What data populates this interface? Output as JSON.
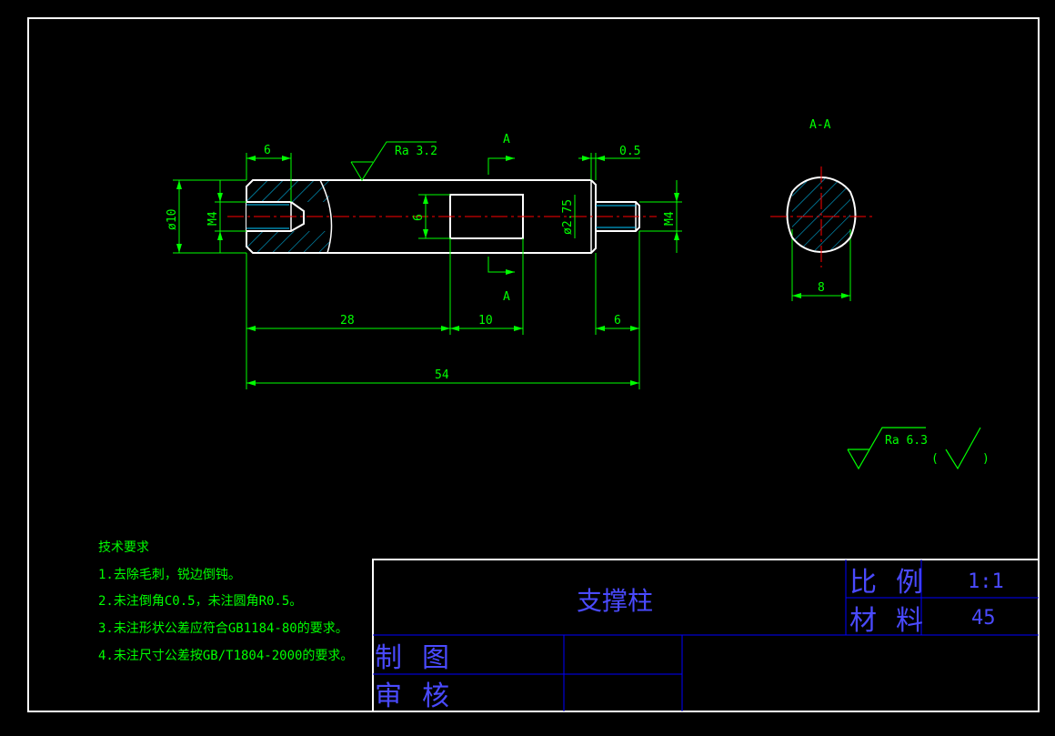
{
  "drawing": {
    "part_name": "支撑柱",
    "section_label": "A-A",
    "section_marks": [
      "A",
      "A"
    ],
    "roughness_main": "Ra 3.2",
    "roughness_general": "Ra 6.3",
    "roughness_general_paren_open": "(",
    "roughness_general_paren_close": ")"
  },
  "dimensions": {
    "d_6_top": "6",
    "d_05": "0.5",
    "d_dia10": "ø10",
    "d_m4_left": "M4",
    "d_6_inner": "6",
    "d_dia275": "ø2.75",
    "d_m4_right": "M4",
    "d_28": "28",
    "d_10": "10",
    "d_6_bottom": "6",
    "d_54": "54",
    "d_8": "8"
  },
  "tech_requirements": {
    "title": "技术要求",
    "items": [
      "1.去除毛刺，锐边倒钝。",
      "2.未注倒角C0.5，未注圆角R0.5。",
      "3.未注形状公差应符合GB1184-80的要求。",
      "4.未注尺寸公差按GB/T1804-2000的要求。"
    ]
  },
  "title_block": {
    "part_name": "支撑柱",
    "scale_label_1": "比",
    "scale_label_2": "例",
    "scale_value": "1:1",
    "material_label_1": "材",
    "material_label_2": "料",
    "material_value": "45",
    "drawn_label_1": "制",
    "drawn_label_2": "图",
    "checked_label_1": "审",
    "checked_label_2": "核"
  },
  "colors": {
    "background": "#000000",
    "outline": "#ffffff",
    "dimension": "#00ff00",
    "centerline": "#ff0000",
    "hatch": "#00c8ff",
    "title_block_grid": "#0000ff",
    "title_block_text": "#4a4aff",
    "roughness_symbol": "#00ff00"
  }
}
